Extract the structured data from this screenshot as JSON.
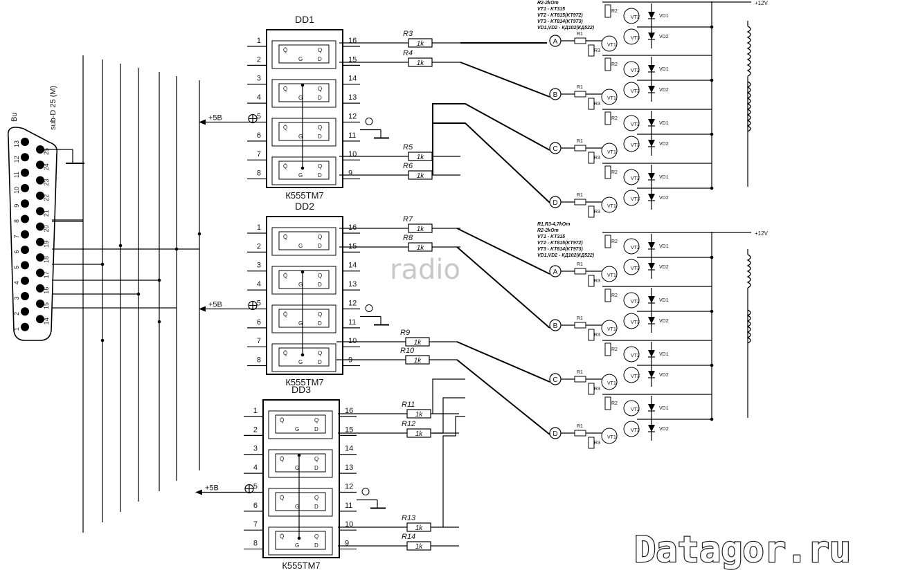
{
  "connector": {
    "name": "sub-D 25 (M)",
    "gender": "Bu"
  },
  "supply_label": "+5В",
  "chips": [
    {
      "ref": "DD1",
      "part": "К555ТМ7"
    },
    {
      "ref": "DD2",
      "part": "К555ТМ7"
    },
    {
      "ref": "DD3",
      "part": "К555ТМ7"
    }
  ],
  "pins_left": [
    "1",
    "2",
    "3",
    "4",
    "5",
    "6",
    "7",
    "8"
  ],
  "pins_right": [
    "16",
    "15",
    "14",
    "13",
    "12",
    "11",
    "10",
    "9"
  ],
  "resistors": {
    "refs": [
      "R3",
      "R4",
      "R5",
      "R6",
      "R7",
      "R8",
      "R9",
      "R10",
      "R11",
      "R12",
      "R13",
      "R14"
    ],
    "value": "1k"
  },
  "stage": {
    "r1": "R1",
    "r2": "R2",
    "r3": "R3",
    "vt1": "VT1",
    "vt2": "VT2",
    "vt3": "VT3",
    "vd1": "VD1",
    "vd2": "VD2"
  },
  "phases": [
    "A",
    "B",
    "C",
    "D"
  ],
  "supply12": "+12V",
  "notes_top": [
    "R2-2kOm",
    "VT1 - KT315",
    "VT2 - KT815(KT972)",
    "VT3 - KT814(KT973)",
    "VD1,VD2 - КД102(КД522)"
  ],
  "notes_mid": [
    "R1,R3-4,7kOm",
    "R2-2kOm",
    "VT1 - KT315",
    "VT2 - KT815(KT972)",
    "VT3 - KT814(KT973)",
    "VD1,VD2 - КД102(КД522)"
  ],
  "watermark": "Datagor.ru",
  "faint_text": "radio"
}
